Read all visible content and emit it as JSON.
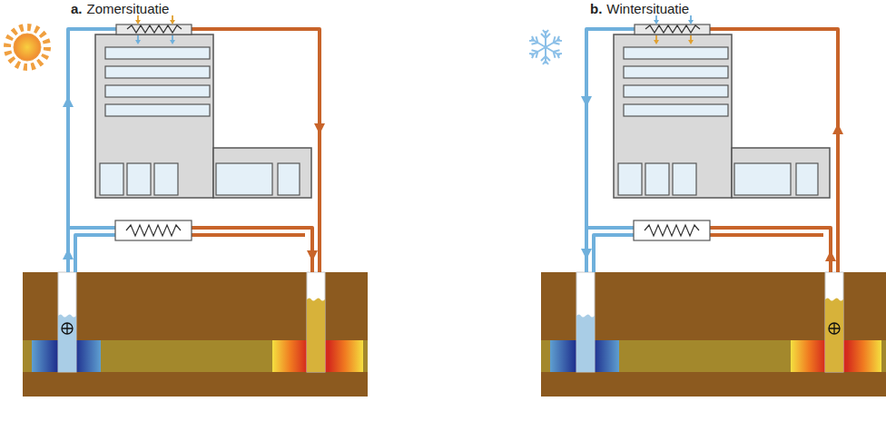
{
  "diagram": {
    "labels": [
      "a.",
      "Zomersituatie",
      "b.",
      "Wintersituatie"
    ]
  }
}
